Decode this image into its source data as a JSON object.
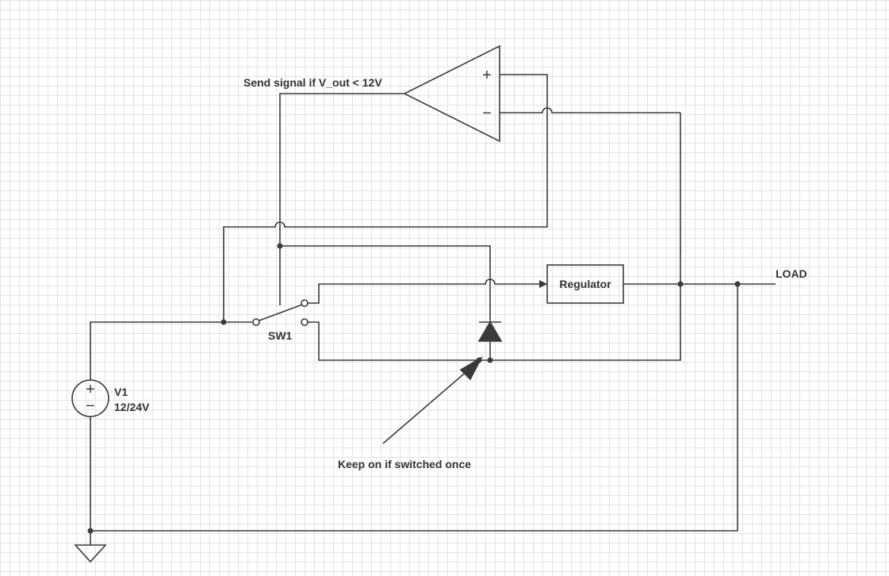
{
  "diagram": {
    "labels": {
      "comparator_note": "Send signal if V_out < 12V",
      "switch_name": "SW1",
      "source_name": "V1",
      "source_value": "12/24V",
      "regulator": "Regulator",
      "load": "LOAD",
      "latch_note": "Keep on if switched once"
    },
    "symbols": {
      "comparator_plus": "+",
      "comparator_minus": "−",
      "source_plus": "+",
      "source_minus": "−"
    },
    "colors": {
      "wire": "#3a3a3a",
      "grid": "#e3e3e3",
      "text": "#333333"
    }
  }
}
